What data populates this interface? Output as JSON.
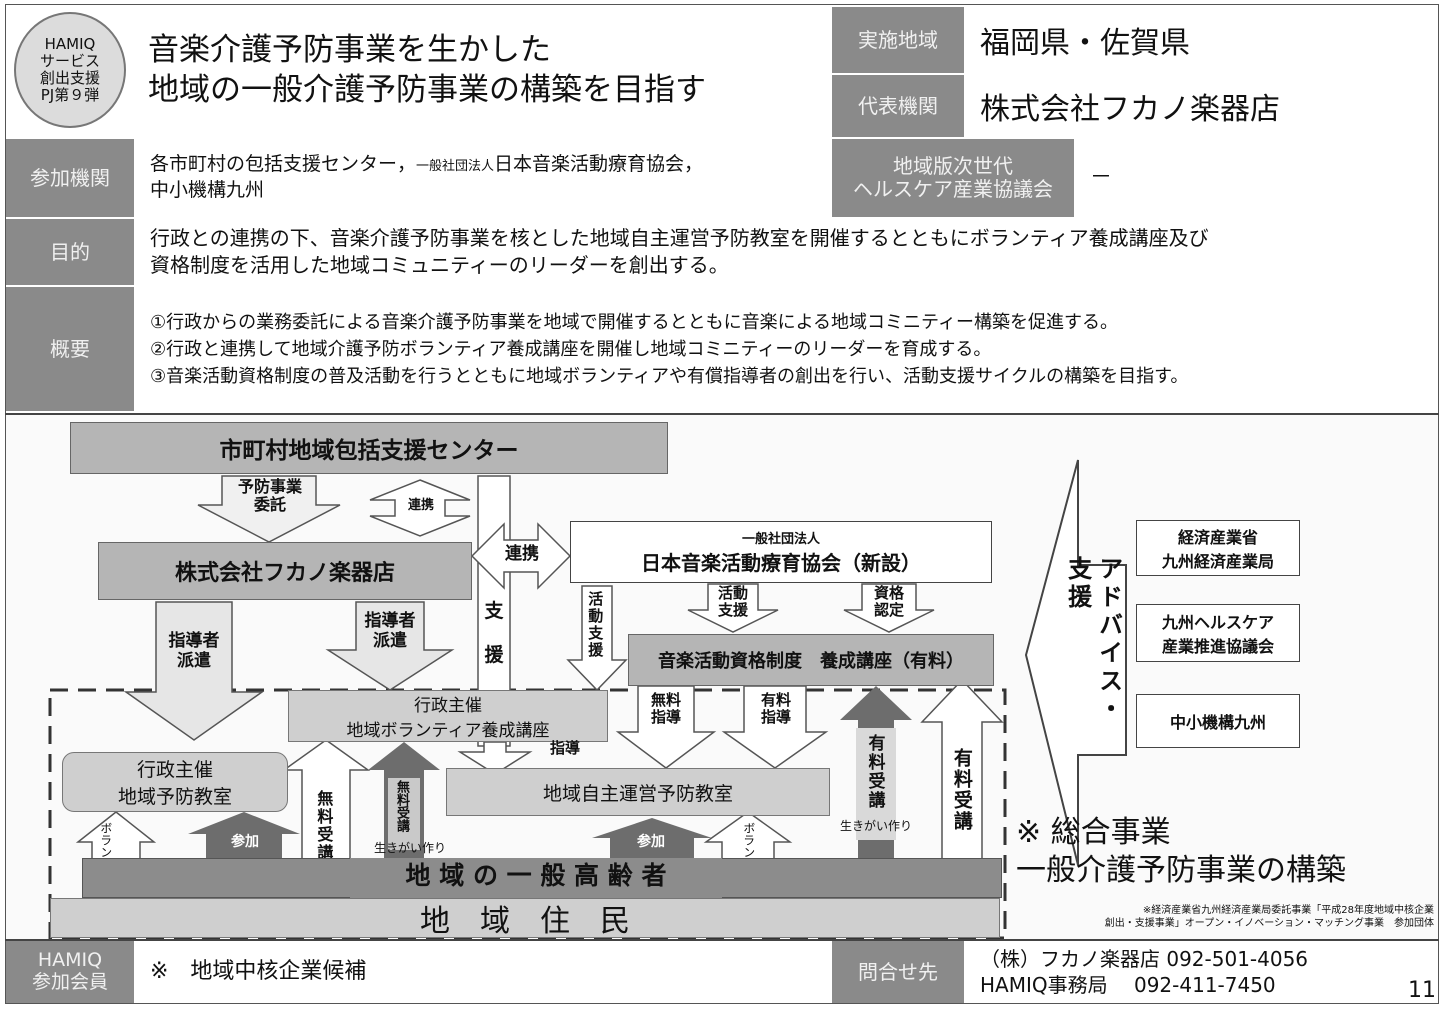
{
  "badge": {
    "line1": "HAMIQ",
    "line2": "サービス",
    "line3": "創出支援",
    "line4": "PJ第９弾"
  },
  "header": {
    "title_line1": "音楽介護予防事業を生かした",
    "title_line2": "地域の一般介護予防事業の構築を目指す",
    "area_label": "実施地域",
    "area_value": "福岡県・佐賀県",
    "rep_label": "代表機関",
    "rep_value": "株式会社フカノ楽器店"
  },
  "participants": {
    "label": "参加機関",
    "line1_a": "各市町村の包括支援センター，",
    "line1_small": "一般社団法人",
    "line1_b": "日本音楽活動療育協会，",
    "line2": "中小機構九州",
    "council_label_1": "地域版次世代",
    "council_label_2": "ヘルスケア産業協議会",
    "council_value": "－"
  },
  "purpose": {
    "label": "目的",
    "line1": "行政との連携の下、音楽介護予防事業を核とした地域自主運営予防教室を開催するとともにボランティア養成講座及び",
    "line2": "資格制度を活用した地域コミュニティーのリーダーを創出する。"
  },
  "overview": {
    "label": "概要",
    "items": [
      "①行政からの業務委託による音楽介護予防事業を地域で開催するとともに音楽による地域コミニティー構築を促進する。",
      "②行政と連携して地域介護予防ボランティア養成講座を開催し地域コミニティーのリーダーを育成する。",
      "③音楽活動資格制度の普及活動を行うとともに地域ボランティアや有償指導者の創出を行い、活動支援サイクルの構築を目指す。"
    ]
  },
  "diagram": {
    "center": "市町村地域包括支援センター",
    "yobo_1": "予防事業",
    "yobo_2": "委託",
    "renkei_small": "連携",
    "fukano": "株式会社フカノ楽器店",
    "renkei": "連携",
    "shien_1": "支",
    "shien_2": "援",
    "assoc_small": "一般社団法人",
    "assoc": "日本音楽活動療育協会（新設）",
    "katsudo_shien": "活動支援",
    "katsudo_1": "活動",
    "katsudo_2": "支援",
    "shikaku_1": "資格",
    "shikaku_2": "認定",
    "course": "音楽活動資格制度　養成講座（有料）",
    "shidousha_haken_1": "指導者",
    "shidousha_haken_2": "派遣",
    "shidousha_haken2_1": "指導者",
    "shidousha_haken2_2": "派遣",
    "volunteer_course_1": "行政主催",
    "volunteer_course_2": "地域ボランティア養成講座",
    "muryou_shidou_1": "無料",
    "muryou_shidou_2": "指導",
    "yuuryou_shidou_1": "有料",
    "yuuryou_shidou_2": "指導",
    "shidou": "指導",
    "gyosei_class_1": "行政主催",
    "gyosei_class_2": "地域予防教室",
    "jishu_class": "地域自主運営予防教室",
    "volunteer_v": "ボランティア",
    "sanka": "参加",
    "muryou_jukou": "無料受講",
    "muryou_jukou2": "無料受講",
    "ikigai": "生きがい作り",
    "ikigai2": "生きがい作り",
    "yuuryou_jukou": "有料受講",
    "yuuryou_jukou2": "有料受講",
    "sanka2": "参加",
    "volunteer_v2": "ボランティア",
    "elderly": "地 域 の 一 般 高 齢 者",
    "residents": "地　域　住　民",
    "sogo_1": "※ 総合事業",
    "sogo_2": "一般介護予防事業の構築",
    "advice": "アドバイス・",
    "shien_side": "支援",
    "meti_1": "経済産業省",
    "meti_2": "九州経済産業局",
    "hc_1": "九州ヘルスケア",
    "hc_2": "産業推進協議会",
    "smrj": "中小機構九州",
    "footnote_1": "※経済産業省九州経済産業局委託事業「平成28年度地域中核企業",
    "footnote_2": "創出・支援事業」オープン・イノベーション・マッチング事業　参加団体"
  },
  "footer": {
    "member_label_1": "HAMIQ",
    "member_label_2": "参加会員",
    "member_value": "※　地域中核企業候補",
    "contact_label": "問合せ先",
    "contact_1": "（株）フカノ楽器店 092-501-4056",
    "contact_2": "HAMIQ事務局　 092-411-7450",
    "page": "11"
  }
}
